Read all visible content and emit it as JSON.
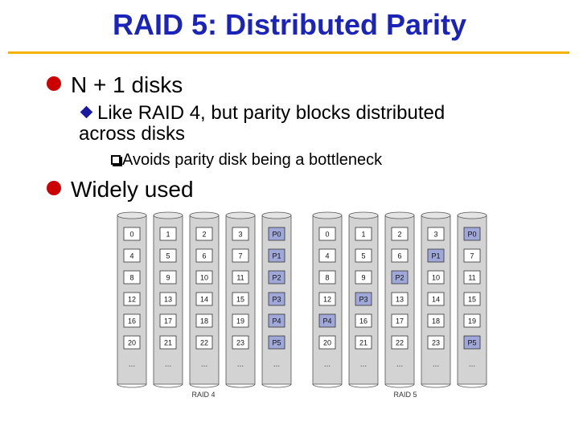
{
  "title": "RAID 5: Distributed Parity",
  "bullets": {
    "b1": "N + 1 disks",
    "b2_line1": "Like RAID 4, but parity blocks distributed",
    "b2_line2": "across disks",
    "b3": "Avoids parity disk being a bottleneck",
    "b4": "Widely used"
  },
  "figure": {
    "raid4": {
      "caption": "RAID 4",
      "disks": [
        [
          "0",
          "4",
          "8",
          "12",
          "16",
          "20"
        ],
        [
          "1",
          "5",
          "9",
          "13",
          "17",
          "21"
        ],
        [
          "2",
          "6",
          "10",
          "14",
          "18",
          "22"
        ],
        [
          "3",
          "7",
          "11",
          "15",
          "19",
          "23"
        ],
        [
          "P0",
          "P1",
          "P2",
          "P3",
          "P4",
          "P5"
        ]
      ]
    },
    "raid5": {
      "caption": "RAID 5",
      "disks": [
        [
          "0",
          "4",
          "8",
          "12",
          "P4",
          "20"
        ],
        [
          "1",
          "5",
          "9",
          "P3",
          "16",
          "21"
        ],
        [
          "2",
          "6",
          "P2",
          "13",
          "17",
          "22"
        ],
        [
          "3",
          "P1",
          "10",
          "14",
          "18",
          "23"
        ],
        [
          "P0",
          "7",
          "11",
          "15",
          "19",
          "P5"
        ]
      ]
    },
    "ellipsis": "...",
    "colors": {
      "disk": "#d3d3d3",
      "parity": "#9fa8d8",
      "data": "#ffffff",
      "border": "#555555"
    }
  }
}
